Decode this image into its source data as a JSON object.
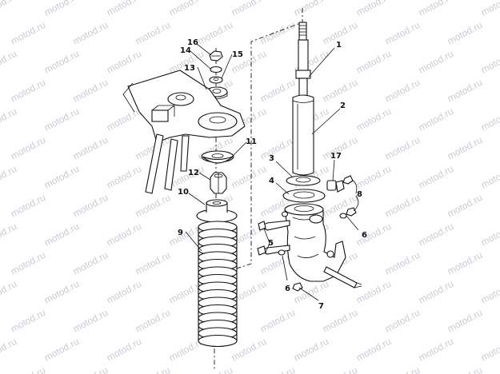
{
  "watermark": "motod.ru",
  "callouts": [
    {
      "id": "c1",
      "text": "1"
    },
    {
      "id": "c2",
      "text": "2"
    },
    {
      "id": "c3",
      "text": "3"
    },
    {
      "id": "c4",
      "text": "4"
    },
    {
      "id": "c5",
      "text": "5"
    },
    {
      "id": "c6a",
      "text": "6"
    },
    {
      "id": "c6b",
      "text": "6"
    },
    {
      "id": "c7",
      "text": "7"
    },
    {
      "id": "c8",
      "text": "8"
    },
    {
      "id": "c9",
      "text": "9"
    },
    {
      "id": "c10",
      "text": "10"
    },
    {
      "id": "c11",
      "text": "11"
    },
    {
      "id": "c12",
      "text": "12"
    },
    {
      "id": "c13",
      "text": "13"
    },
    {
      "id": "c14",
      "text": "14"
    },
    {
      "id": "c15",
      "text": "15"
    },
    {
      "id": "c16",
      "text": "16"
    },
    {
      "id": "c17",
      "text": "17"
    }
  ]
}
